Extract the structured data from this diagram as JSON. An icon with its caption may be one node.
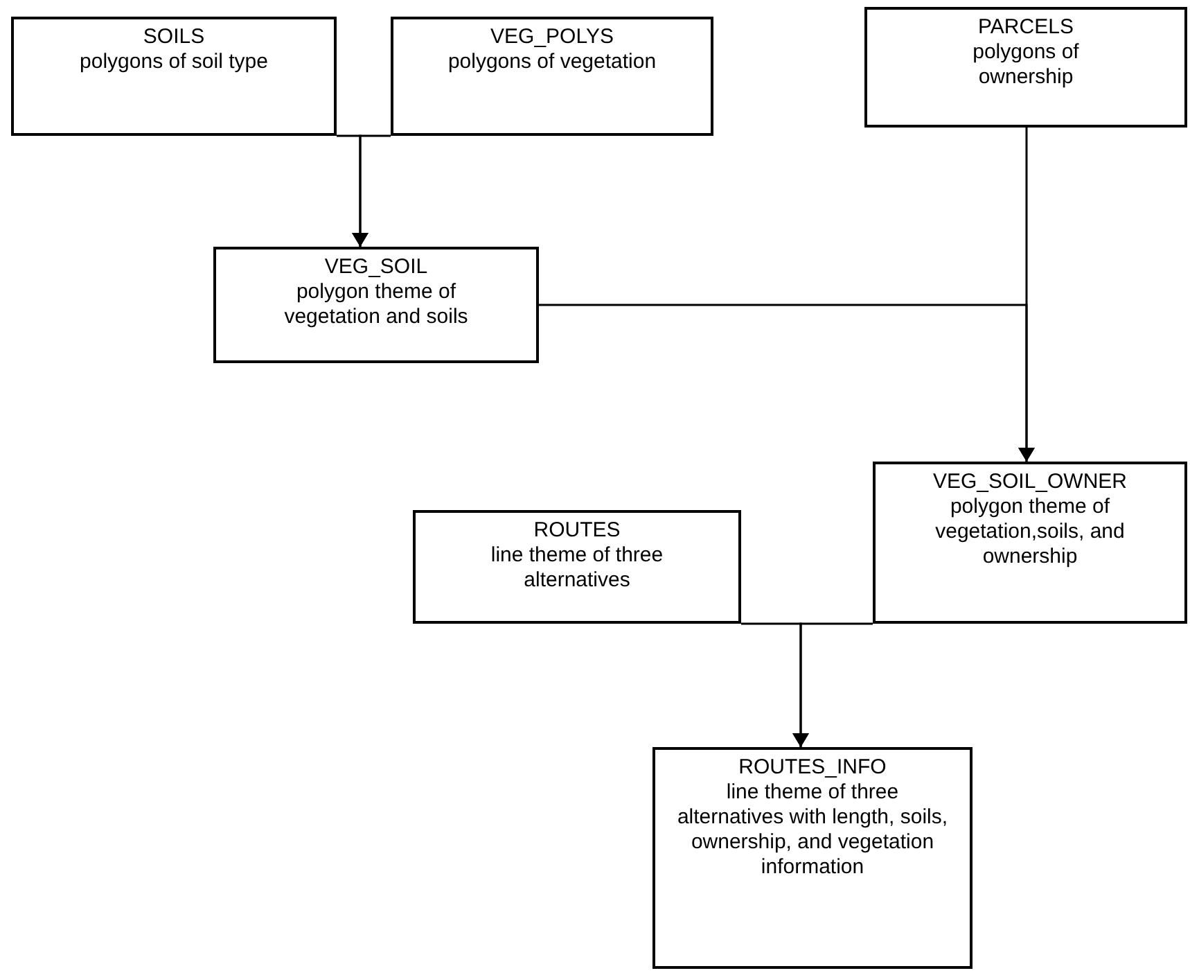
{
  "diagram": {
    "nodes": [
      {
        "text": [
          "SOILS",
          "polygons of soil type"
        ]
      },
      {
        "text": [
          "VEG_POLYS",
          "polygons of vegetation"
        ]
      },
      {
        "text": [
          "PARCELS",
          "polygons of ownership"
        ]
      },
      {
        "text": [
          "VEG_SOIL",
          "polygon theme of vegetation and soils"
        ]
      },
      {
        "text": [
          "ROUTES",
          "line theme of three alternatives"
        ]
      },
      {
        "text": [
          "VEG_SOIL_OWNER",
          "polygon theme of vegetation,soils, and ownership"
        ]
      },
      {
        "text": [
          "ROUTES_INFO",
          "line theme of three alternatives with length, soils, ownership, and vegetation information"
        ]
      }
    ],
    "edges": [
      {
        "from": 0,
        "to": 3,
        "arrow": "to"
      },
      {
        "from": 1,
        "to": 3,
        "arrow": "to"
      },
      {
        "from": 3,
        "to": 5,
        "arrow": "to"
      },
      {
        "from": 2,
        "to": 5,
        "arrow": "to"
      },
      {
        "from": 4,
        "to": 6,
        "arrow": "to"
      },
      {
        "from": 5,
        "to": 6,
        "arrow": "to"
      }
    ]
  }
}
